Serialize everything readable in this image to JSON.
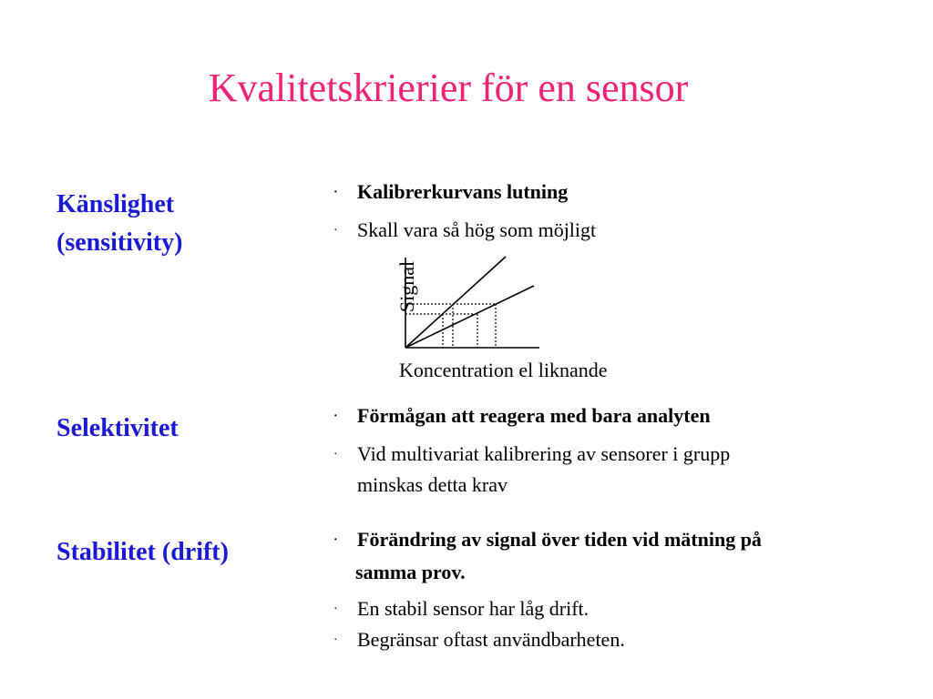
{
  "title": "Kvalitetskrierier för en sensor",
  "sections": [
    {
      "heading_line1": "Känslighet",
      "heading_line2": "(sensitivity)",
      "bullets": [
        "Kalibrerkurvans lutning",
        "Skall vara så hög som möjligt"
      ]
    },
    {
      "heading": "Selektivitet",
      "bullets": [
        "Förmågan att reagera med bara analyten",
        "Vid multivariat kalibrering av  sensorer i grupp"
      ],
      "bullet2_cont": "minskas detta krav"
    },
    {
      "heading": "Stabilitet (drift)",
      "bullets": [
        "Förändring av signal över tiden vid mätning på",
        "En stabil sensor har låg drift.",
        "Begränsar oftast användbarheten."
      ],
      "bullet1_cont": "samma prov."
    }
  ],
  "graph": {
    "ylabel": "Signal",
    "xlabel": "Koncentration el liknande"
  },
  "bullet_glyph": "·",
  "colors": {
    "title": "#ee2277",
    "heading": "#1a1ad6",
    "text": "#000000"
  }
}
